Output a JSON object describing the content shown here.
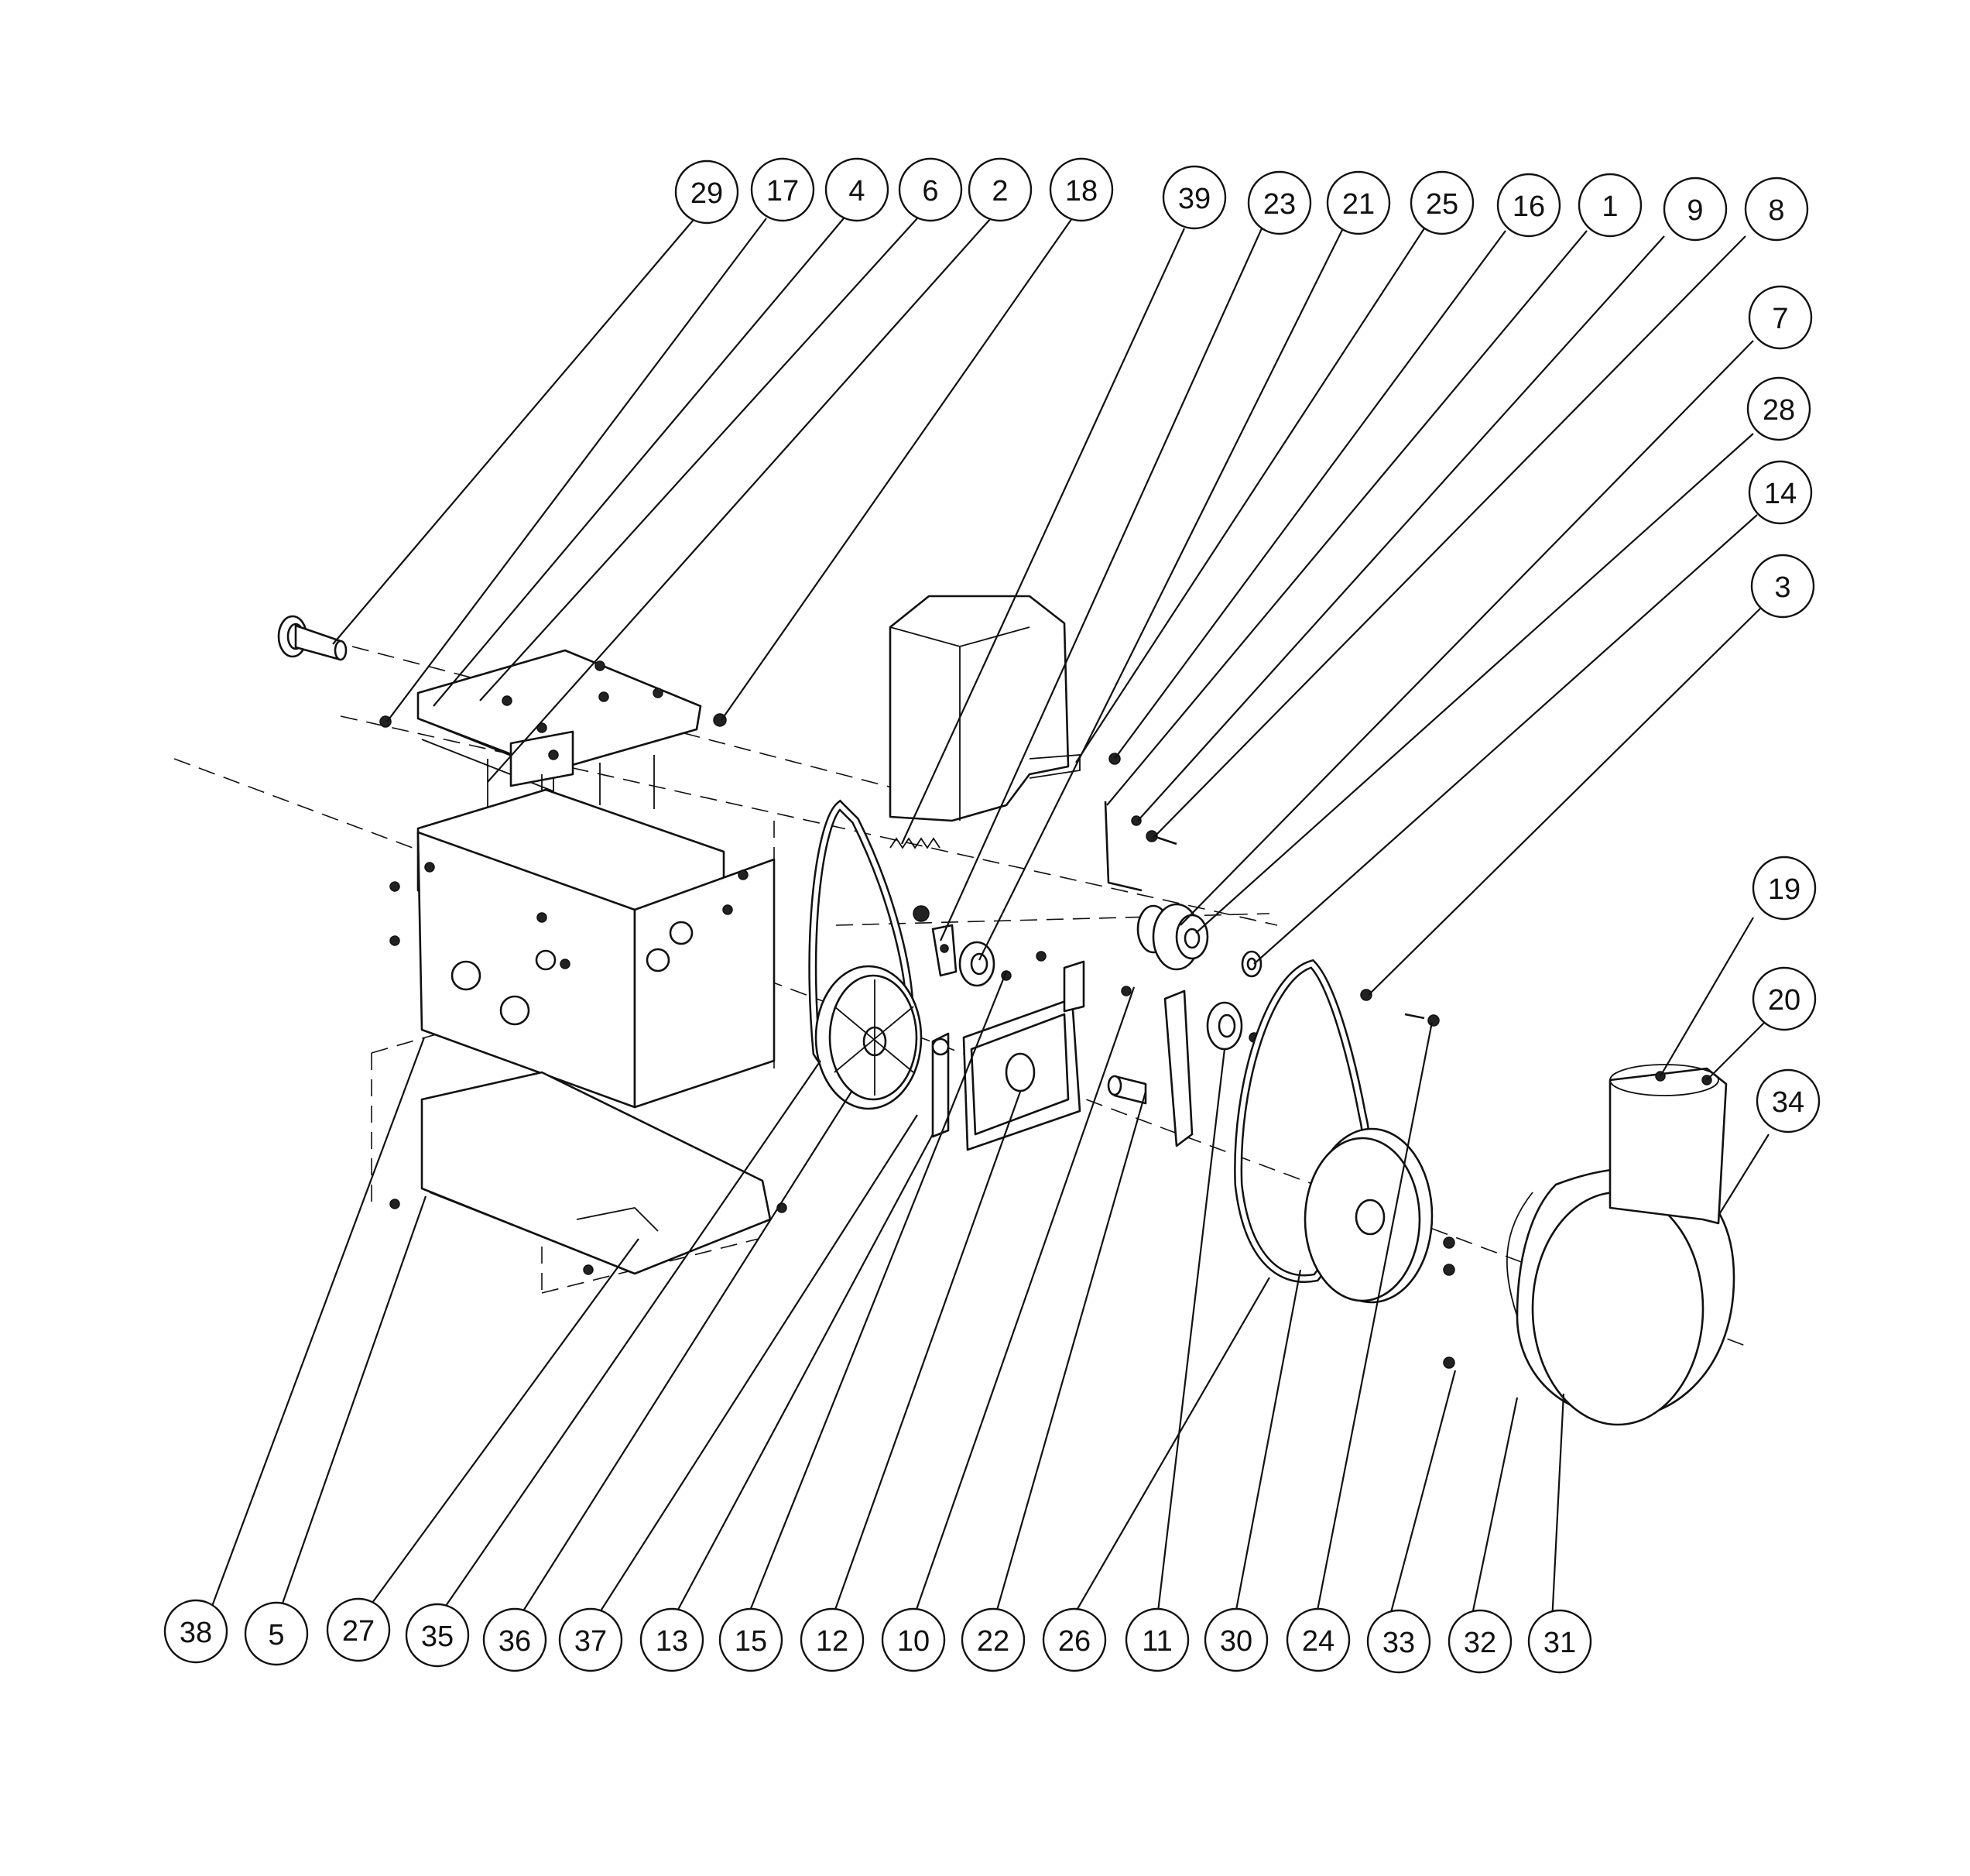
{
  "callouts": [
    {
      "id": "29",
      "label": "29"
    },
    {
      "id": "17",
      "label": "17"
    },
    {
      "id": "4",
      "label": "4"
    },
    {
      "id": "6",
      "label": "6"
    },
    {
      "id": "2",
      "label": "2"
    },
    {
      "id": "18",
      "label": "18"
    },
    {
      "id": "39",
      "label": "39"
    },
    {
      "id": "23",
      "label": "23"
    },
    {
      "id": "21",
      "label": "21"
    },
    {
      "id": "25",
      "label": "25"
    },
    {
      "id": "16",
      "label": "16"
    },
    {
      "id": "1",
      "label": "1"
    },
    {
      "id": "9",
      "label": "9"
    },
    {
      "id": "8",
      "label": "8"
    },
    {
      "id": "7",
      "label": "7"
    },
    {
      "id": "28",
      "label": "28"
    },
    {
      "id": "14",
      "label": "14"
    },
    {
      "id": "3",
      "label": "3"
    },
    {
      "id": "19",
      "label": "19"
    },
    {
      "id": "20",
      "label": "20"
    },
    {
      "id": "34",
      "label": "34"
    },
    {
      "id": "38",
      "label": "38"
    },
    {
      "id": "5",
      "label": "5"
    },
    {
      "id": "27",
      "label": "27"
    },
    {
      "id": "35",
      "label": "35"
    },
    {
      "id": "36",
      "label": "36"
    },
    {
      "id": "37",
      "label": "37"
    },
    {
      "id": "13",
      "label": "13"
    },
    {
      "id": "15",
      "label": "15"
    },
    {
      "id": "12",
      "label": "12"
    },
    {
      "id": "10",
      "label": "10"
    },
    {
      "id": "22",
      "label": "22"
    },
    {
      "id": "26",
      "label": "26"
    },
    {
      "id": "11",
      "label": "11"
    },
    {
      "id": "30",
      "label": "30"
    },
    {
      "id": "24",
      "label": "24"
    },
    {
      "id": "33",
      "label": "33"
    },
    {
      "id": "32",
      "label": "32"
    },
    {
      "id": "31",
      "label": "31"
    }
  ],
  "parts": [
    "tube-fitting",
    "top-bracket-plate",
    "frame-housing",
    "lower-pan",
    "belt-guard-cover",
    "drive-belt-left",
    "large-pulley-left",
    "tension-spring",
    "idler-pulley-upper",
    "idler-arm-upper",
    "mounting-plate",
    "adjuster-rod",
    "engine-pulley",
    "washer",
    "idler-pulley-lower",
    "idler-arm-lower",
    "spacer",
    "drive-belt-right",
    "large-pulley-right",
    "auger-housing-ring",
    "chute-base"
  ]
}
